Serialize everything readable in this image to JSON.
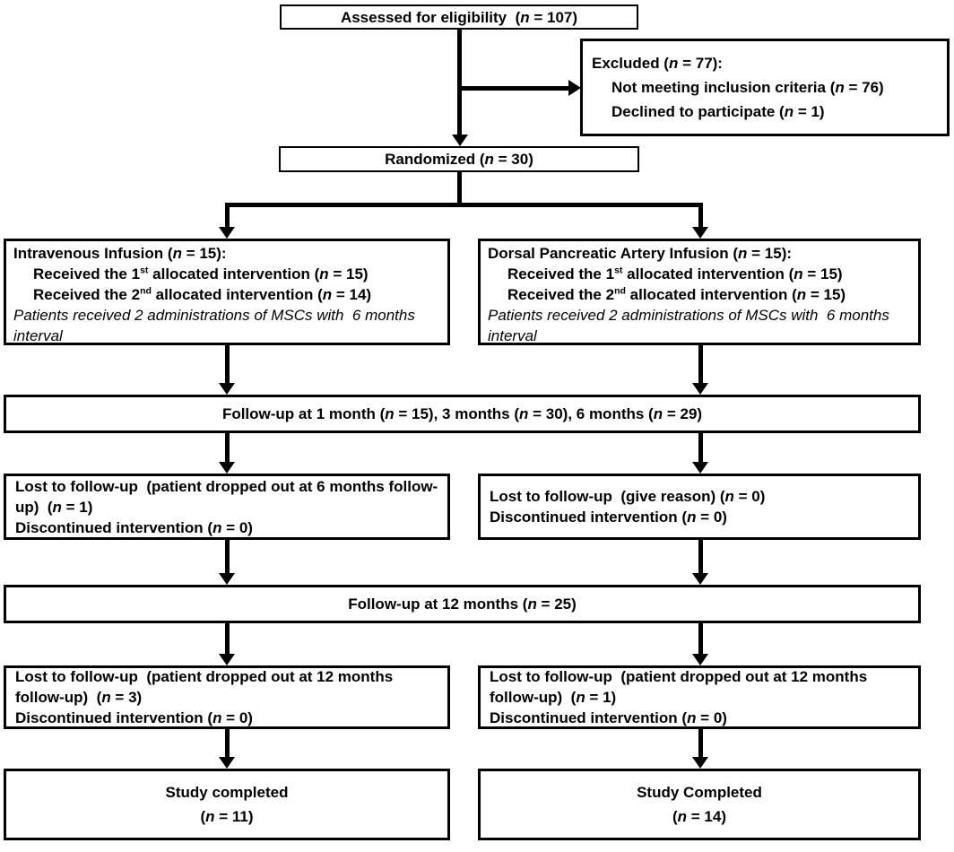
{
  "colors": {
    "line": "#000000",
    "box_background": "#ffffff",
    "text": "#000000"
  },
  "boxes": {
    "assessed": {
      "text": "Assessed for eligibility  (n = 107)"
    },
    "excluded": {
      "title": "Excluded (n = 77):",
      "items": [
        "Not meeting inclusion criteria (n = 76)",
        "Declined to participate (n = 1)"
      ]
    },
    "randomized": {
      "text": "Randomized (n = 30)"
    },
    "alloc_left": {
      "title": "Intravenous Infusion (n = 15):",
      "items": [
        "Received the 1st allocated intervention (n = 15)",
        "Received the 2nd allocated intervention (n = 14)"
      ],
      "note": "Patients received 2 administrations of MSCs with  6 months interval"
    },
    "alloc_right": {
      "title": "Dorsal Pancreatic Artery Infusion (n = 15):",
      "items": [
        "Received the 1st allocated intervention (n = 15)",
        "Received the 2nd allocated intervention (n = 15)"
      ],
      "note": "Patients received 2 administrations of MSCs with  6 months interval"
    },
    "followup1": {
      "text": "Follow-up at 1 month (n = 15), 3 months (n = 30), 6 months (n = 29)"
    },
    "lost1_left": {
      "items": [
        "Lost to follow-up  (patient dropped out at 6 months follow-up)  (n = 1)",
        "Discontinued intervention (n = 0)"
      ]
    },
    "lost1_right": {
      "items": [
        "Lost to follow-up  (give reason) (n = 0)",
        "Discontinued intervention (n = 0)"
      ]
    },
    "followup2": {
      "text": "Follow-up at 12 months (n = 25)"
    },
    "lost2_left": {
      "items": [
        "Lost to follow-up  (patient dropped out at 12 months follow-up)  (n = 3)",
        "Discontinued intervention (n = 0)"
      ]
    },
    "lost2_right": {
      "items": [
        "Lost to follow-up  (patient dropped out at 12 months follow-up)  (n = 1)",
        "Discontinued intervention (n = 0)"
      ]
    },
    "done_left": {
      "lines": [
        "Study completed",
        "(n = 11)"
      ]
    },
    "done_right": {
      "lines": [
        "Study Completed",
        "(n = 14)"
      ]
    }
  }
}
